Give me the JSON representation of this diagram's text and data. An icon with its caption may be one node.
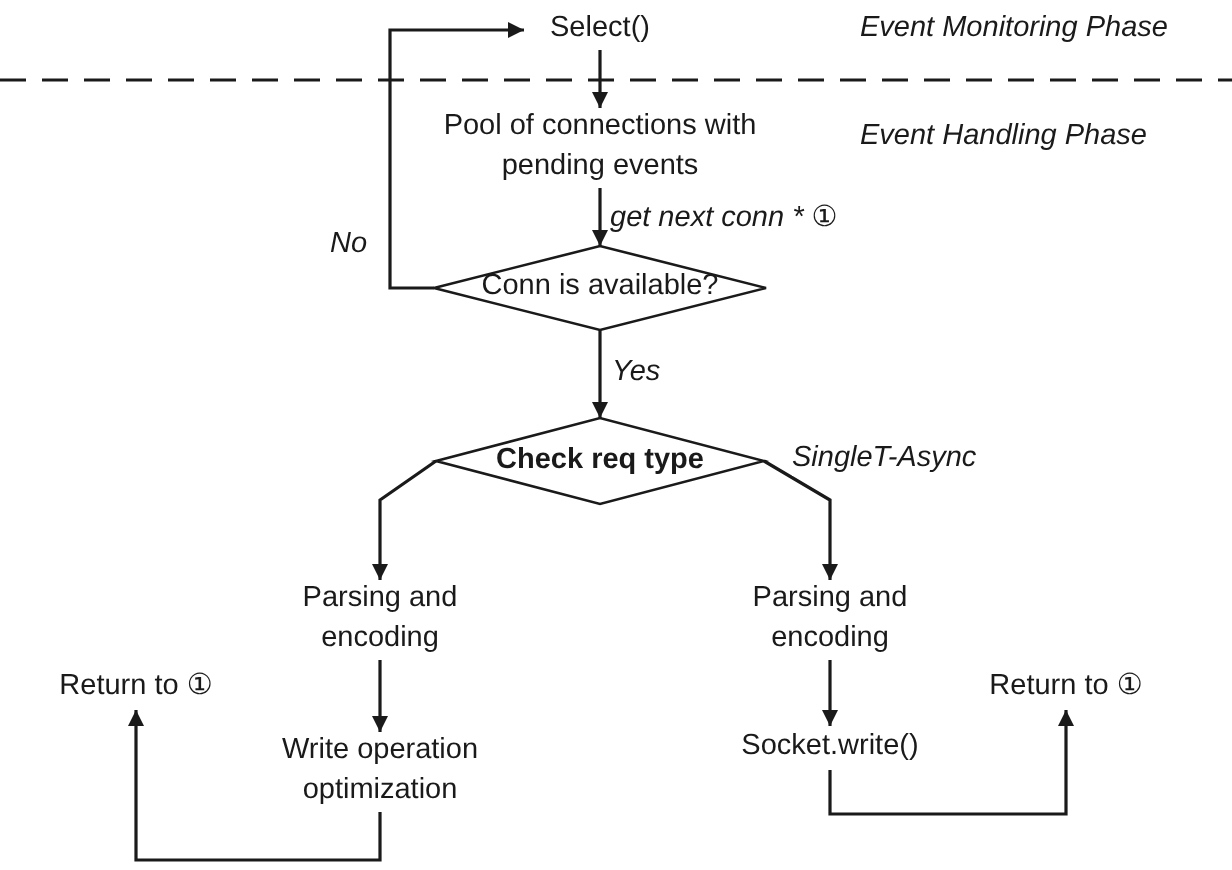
{
  "diagram": {
    "nodes": [
      {
        "text": [
          "Select()"
        ]
      },
      {
        "text": [
          "Pool of connections with pending events"
        ]
      },
      {
        "text": [
          "Conn is available?"
        ]
      },
      {
        "text": [
          "Check req type"
        ]
      },
      {
        "text": [
          "Parsing and encoding"
        ]
      },
      {
        "text": [
          "Write operation optimization"
        ]
      },
      {
        "text": [
          "Return to ①"
        ]
      },
      {
        "text": [
          "Parsing and encoding"
        ]
      },
      {
        "text": [
          "Socket.write()"
        ]
      },
      {
        "text": [
          "Return to ①"
        ]
      }
    ],
    "edges": [
      {
        "from": 0,
        "to": 1,
        "arrow": "to"
      },
      {
        "from": 1,
        "to": 2,
        "arrow": "to",
        "label": "get next conn * ①"
      },
      {
        "from": 2,
        "to": 0,
        "arrow": "to",
        "label": "No"
      },
      {
        "from": 2,
        "to": 3,
        "arrow": "to",
        "label": "Yes"
      },
      {
        "from": 3,
        "to": 4,
        "arrow": "to"
      },
      {
        "from": 3,
        "to": 7,
        "arrow": "to",
        "label": "SingleT-Async"
      },
      {
        "from": 4,
        "to": 5,
        "arrow": "to"
      },
      {
        "from": 5,
        "to": 6,
        "arrow": "to"
      },
      {
        "from": 7,
        "to": 8,
        "arrow": "to"
      },
      {
        "from": 8,
        "to": 9,
        "arrow": "to"
      }
    ],
    "labels": [
      "Event Monitoring Phase",
      "Event Handling Phase"
    ]
  }
}
